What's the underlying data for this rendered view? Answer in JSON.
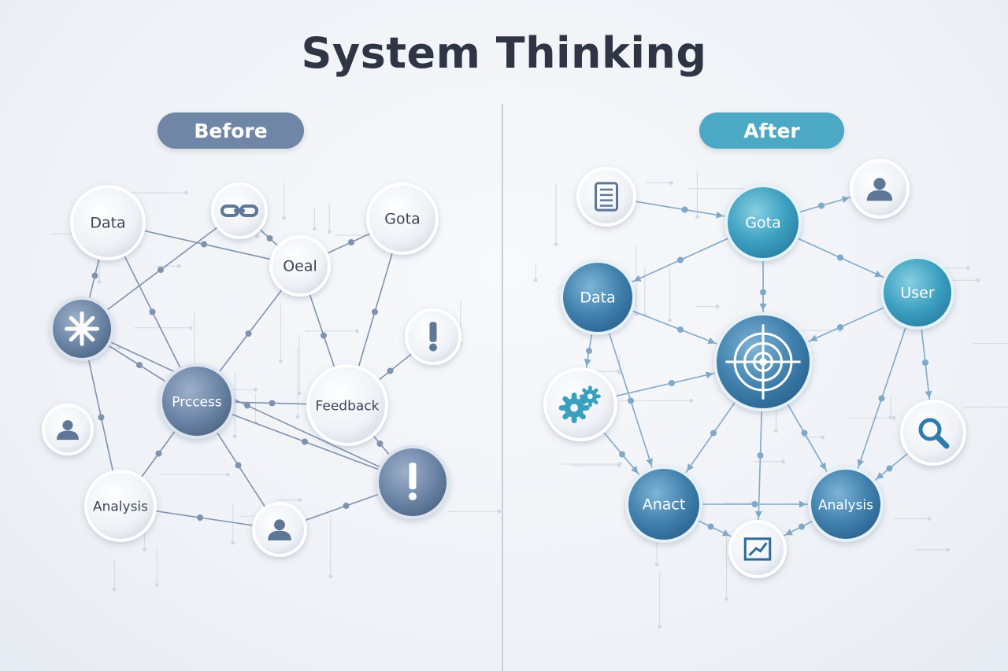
{
  "title": "System Thinking",
  "before": {
    "label": "Before",
    "color": "#6f86a6",
    "nodes": [
      {
        "id": "b-data",
        "label": "Data",
        "style": "light"
      },
      {
        "id": "b-link",
        "label": "",
        "style": "light",
        "icon": "chain-link-icon"
      },
      {
        "id": "b-gota",
        "label": "Gota",
        "style": "light"
      },
      {
        "id": "b-oeal",
        "label": "Oeal",
        "style": "light"
      },
      {
        "id": "b-star",
        "label": "",
        "style": "dark",
        "icon": "asterisk-icon"
      },
      {
        "id": "b-alert-light",
        "label": "",
        "style": "light",
        "icon": "exclamation-icon"
      },
      {
        "id": "b-process",
        "label": "Prccess",
        "style": "dark"
      },
      {
        "id": "b-feedback",
        "label": "Feedback",
        "style": "light"
      },
      {
        "id": "b-user",
        "label": "",
        "style": "light",
        "icon": "user-icon"
      },
      {
        "id": "b-alert-dark",
        "label": "",
        "style": "dark",
        "icon": "exclamation-icon"
      },
      {
        "id": "b-analysis",
        "label": "Analysis",
        "style": "light"
      },
      {
        "id": "b-person",
        "label": "",
        "style": "light",
        "icon": "person-icon"
      }
    ]
  },
  "after": {
    "label": "After",
    "color": "#4ba9c6",
    "nodes": [
      {
        "id": "a-doc",
        "label": "",
        "style": "light",
        "icon": "document-list-icon"
      },
      {
        "id": "a-gota",
        "label": "Gota",
        "style": "teal"
      },
      {
        "id": "a-user-icon",
        "label": "",
        "style": "light",
        "icon": "user-icon"
      },
      {
        "id": "a-data",
        "label": "Data",
        "style": "blue"
      },
      {
        "id": "a-user",
        "label": "User",
        "style": "teal"
      },
      {
        "id": "a-target",
        "label": "",
        "style": "blue",
        "icon": "target-icon"
      },
      {
        "id": "a-gears",
        "label": "",
        "style": "light",
        "icon": "gears-icon"
      },
      {
        "id": "a-search",
        "label": "",
        "style": "light",
        "icon": "search-icon"
      },
      {
        "id": "a-anact",
        "label": "Anact",
        "style": "blue"
      },
      {
        "id": "a-analysis",
        "label": "Analysis",
        "style": "blue"
      },
      {
        "id": "a-chart",
        "label": "",
        "style": "light",
        "icon": "chart-icon"
      }
    ]
  }
}
